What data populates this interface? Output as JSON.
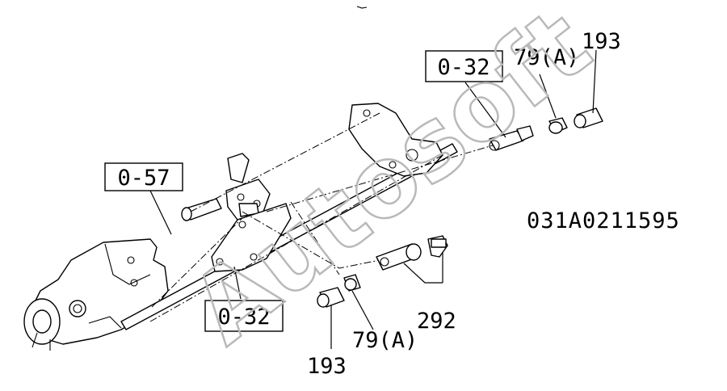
{
  "diagram_code": "031A0211595",
  "watermark": "Autosoft",
  "reference_boxes": {
    "ref_top": "0-32",
    "ref_left": "0-57",
    "ref_bottom": "0-32"
  },
  "callouts": {
    "clamp_top": "79(A)",
    "hose_top": "193",
    "clamp_bottom": "79(A)",
    "hose_bottom": "193",
    "bolt_assembly": "292"
  }
}
